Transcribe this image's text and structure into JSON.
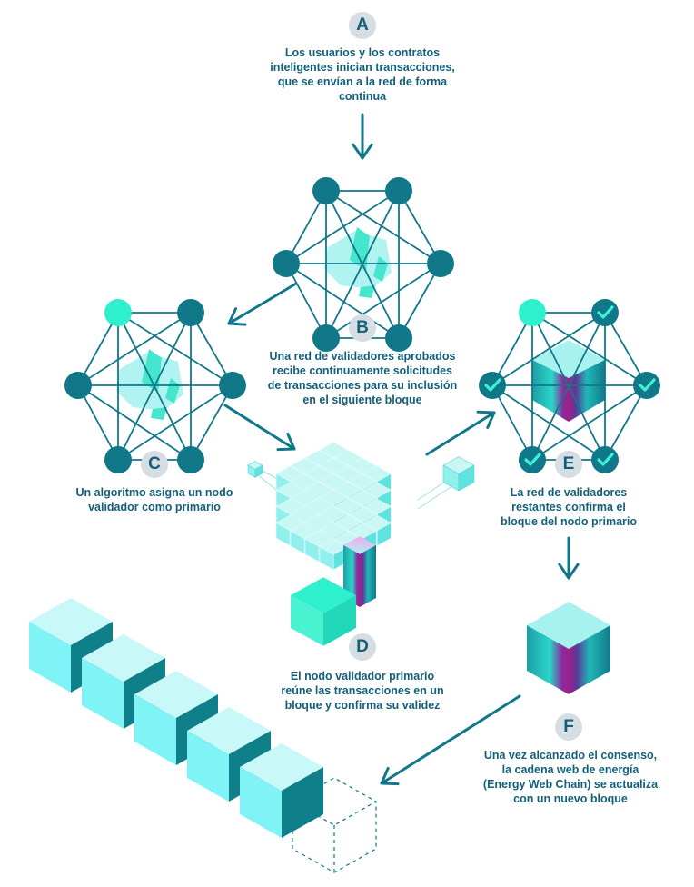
{
  "steps": [
    {
      "letter": "A",
      "lines": [
        "Los usuarios y los contratos",
        "inteligentes inician transacciones,",
        "que se envían a la red de forma",
        "continua"
      ]
    },
    {
      "letter": "B",
      "lines": [
        "Una red de validadores aprobados",
        "recibe continuamente solicitudes",
        "de transacciones para su inclusión",
        "en el siguiente bloque"
      ]
    },
    {
      "letter": "C",
      "lines": [
        "Un algoritmo asigna un nodo",
        "validador como primario"
      ]
    },
    {
      "letter": "D",
      "lines": [
        "El nodo validador primario",
        "reúne las transacciones en un",
        "bloque y confirma su validez"
      ]
    },
    {
      "letter": "E",
      "lines": [
        "La red de validadores",
        "restantes confirma el",
        "bloque del nodo primario"
      ]
    },
    {
      "letter": "F",
      "lines": [
        "Una vez alcanzado el consenso,",
        "la cadena web de energía",
        "(Energy Web Chain) se actualiza",
        "con un nuevo bloque"
      ]
    }
  ],
  "colors": {
    "teal_dark": "#11788a",
    "mint": "#2ff0cc",
    "light_cyan": "#a7f2ee",
    "cube_side": "#7ff3f5",
    "magenta": "#a0208a",
    "text": "#14607a",
    "badge_bg": "#d6dde3"
  },
  "icons": [
    "arrow-icon",
    "network-icon",
    "checkmark-icon",
    "cube-icon",
    "block-cluster-icon",
    "blockchain-icon"
  ]
}
